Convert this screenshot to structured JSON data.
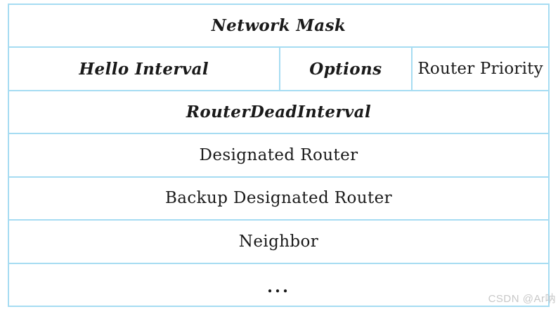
{
  "colors": {
    "table_border": "#a6dcf2",
    "text": "#1a1a1a",
    "watermark_text": "#c8c8c8"
  },
  "table": {
    "rows": [
      {
        "name": "network-mask",
        "cells": [
          {
            "label": "Network Mask",
            "emphasis": "bold-italic"
          }
        ]
      },
      {
        "name": "hello-interval-options-priority",
        "cells": [
          {
            "label": "Hello Interval",
            "emphasis": "bold-italic"
          },
          {
            "label": "Options",
            "emphasis": "bold-italic"
          },
          {
            "label": "Router Priority",
            "emphasis": "normal"
          }
        ]
      },
      {
        "name": "router-dead-interval",
        "cells": [
          {
            "label": "RouterDeadInterval",
            "emphasis": "bold-italic"
          }
        ]
      },
      {
        "name": "designated-router",
        "cells": [
          {
            "label": "Designated Router",
            "emphasis": "normal"
          }
        ]
      },
      {
        "name": "backup-designated-router",
        "cells": [
          {
            "label": "Backup Designated Router",
            "emphasis": "normal"
          }
        ]
      },
      {
        "name": "neighbor",
        "cells": [
          {
            "label": "Neighbor",
            "emphasis": "normal"
          }
        ]
      },
      {
        "name": "ellipsis",
        "cells": [
          {
            "label": "...",
            "emphasis": "normal"
          }
        ]
      }
    ]
  },
  "watermark": {
    "text": "CSDN @Ar呐"
  }
}
